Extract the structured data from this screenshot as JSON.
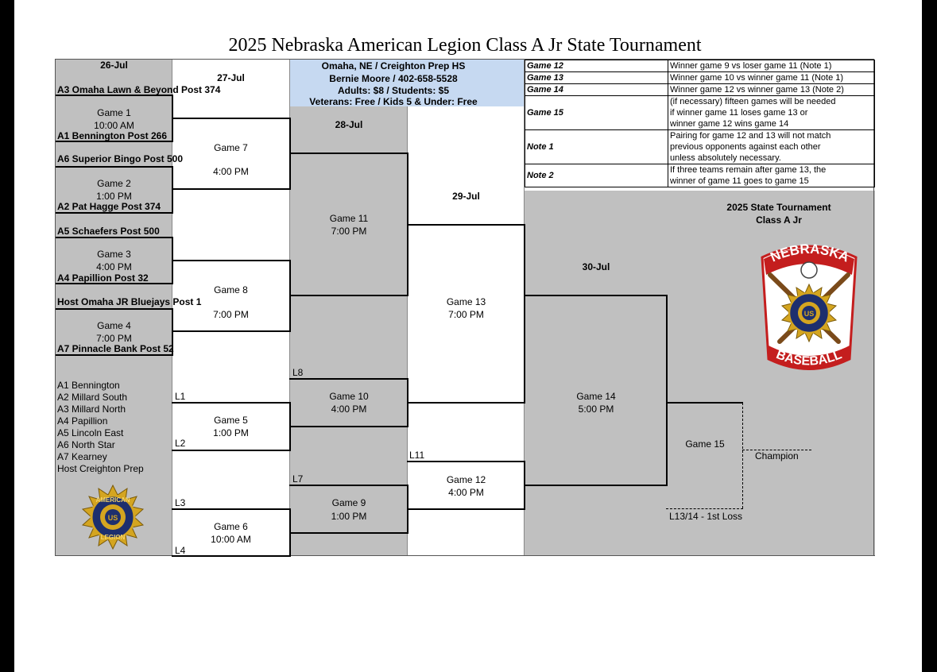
{
  "title": "2025 Nebraska American Legion Class A Jr State Tournament",
  "dates": {
    "d1": "26-Jul",
    "d2": "27-Jul",
    "d3": "28-Jul",
    "d4": "29-Jul",
    "d5": "30-Jul"
  },
  "venue": {
    "line1": "Omaha, NE / Creighton Prep HS",
    "line2": "Bernie Moore / 402-658-5528",
    "line3": "Adults: $8 / Students: $5",
    "line4": "Veterans: Free / Kids 5 & Under: Free"
  },
  "teams": {
    "a3": "A3 Omaha Lawn & Beyond Post 374",
    "a1": "A1 Bennington Post 266",
    "a6": "A6 Superior Bingo Post 500",
    "a2": "A2 Pat Hagge Post 374",
    "a5": "A5 Schaefers Post 500",
    "a4": "A4 Papillion Post 32",
    "host": "Host Omaha JR Bluejays Post 1",
    "a7": "A7 Pinnacle Bank Post 52"
  },
  "games": {
    "g1": {
      "name": "Game 1",
      "time": "10:00 AM"
    },
    "g2": {
      "name": "Game 2",
      "time": "1:00 PM"
    },
    "g3": {
      "name": "Game 3",
      "time": "4:00 PM"
    },
    "g4": {
      "name": "Game 4",
      "time": "7:00 PM"
    },
    "g5": {
      "name": "Game 5",
      "time": "1:00 PM"
    },
    "g6": {
      "name": "Game 6",
      "time": "10:00 AM"
    },
    "g7": {
      "name": "Game 7",
      "time": "4:00 PM"
    },
    "g8": {
      "name": "Game 8",
      "time": "7:00 PM"
    },
    "g9": {
      "name": "Game 9",
      "time": "1:00 PM"
    },
    "g10": {
      "name": "Game 10",
      "time": "4:00 PM"
    },
    "g11": {
      "name": "Game 11",
      "time": "7:00 PM"
    },
    "g12": {
      "name": "Game 12",
      "time": "4:00 PM"
    },
    "g13": {
      "name": "Game 13",
      "time": "7:00 PM"
    },
    "g14": {
      "name": "Game 14",
      "time": "5:00 PM"
    },
    "g15": {
      "name": "Game 15"
    }
  },
  "loser_labels": {
    "l1": "L1",
    "l2": "L2",
    "l3": "L3",
    "l4": "L4",
    "l7": "L7",
    "l8": "L8",
    "l11": "L11",
    "l1314": "L13/14 - 1st Loss"
  },
  "champion": "Champion",
  "seeds": [
    "A1 Bennington",
    "A2 Millard South",
    "A3 Millard North",
    "A4 Papillion",
    "A5 Lincoln East",
    "A6 North Star",
    "A7 Kearney",
    "Host Creighton Prep"
  ],
  "notes": [
    {
      "key": "Game 12",
      "lines": [
        "Winner game 9 vs loser game 11 (Note 1)"
      ]
    },
    {
      "key": "Game 13",
      "lines": [
        "Winner game 10 vs winner game 11 (Note 1)"
      ]
    },
    {
      "key": "Game 14",
      "lines": [
        "Winner game 12 vs winner game 13 (Note 2)"
      ]
    },
    {
      "key": "Game 15",
      "lines": [
        "(if necessary) fifteen games will be needed",
        "if winner game 11 loses game 13 or",
        "winner game 12 wins game 14"
      ]
    },
    {
      "key": "Note 1",
      "lines": [
        "Pairing for game 12 and 13 will not match",
        "previous opponents against each other",
        "unless absolutely necessary."
      ]
    },
    {
      "key": "Note 2",
      "lines": [
        "If three teams remain after game 13, the",
        "winner of game 11 goes to game 15"
      ]
    }
  ],
  "right_panel": {
    "title1": "2025 State Tournament",
    "title2": "Class A Jr"
  },
  "logo": {
    "top_text": "NEBRASKA",
    "bottom_text": "BASEBALL",
    "ring_top": "AMERICAN",
    "ring_bottom": "LEGION",
    "center": "US"
  }
}
